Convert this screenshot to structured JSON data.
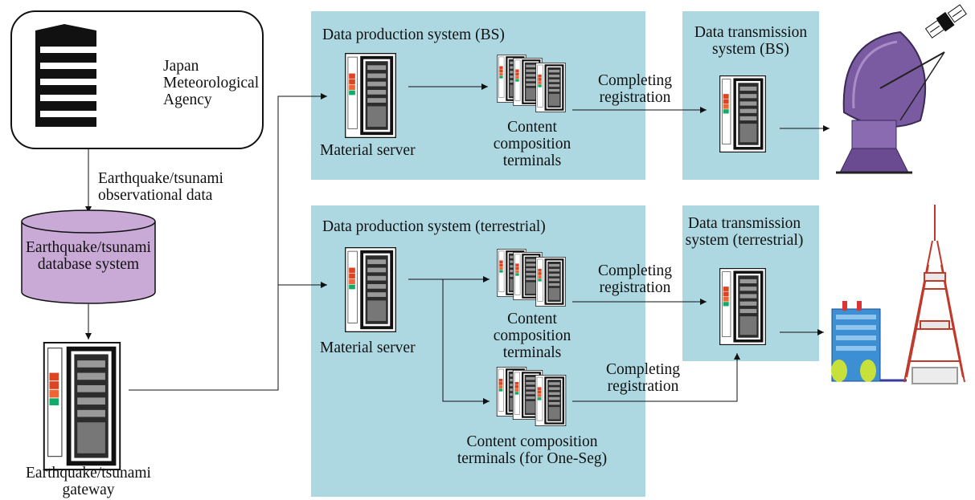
{
  "jma": {
    "line1": "Japan",
    "line2": "Meteorological",
    "line3": "Agency"
  },
  "obs_data": {
    "line1": "Earthquake/tsunami",
    "line2": "observational data"
  },
  "database": {
    "line1": "Earthquake/tsunami",
    "line2": "database system"
  },
  "gateway": {
    "line1": "Earthquake/tsunami",
    "line2": "gateway"
  },
  "bs": {
    "title": "Data production system (BS)",
    "material": "Material server",
    "content": {
      "line1": "Content",
      "line2": "composition",
      "line3": "terminals"
    },
    "completing": {
      "line1": "Completing",
      "line2": "registration"
    },
    "tx": {
      "line1": "Data transmission",
      "line2": "system (BS)"
    }
  },
  "terr": {
    "title": "Data production system (terrestrial)",
    "material": "Material server",
    "content": {
      "line1": "Content",
      "line2": "composition",
      "line3": "terminals"
    },
    "completing1": {
      "line1": "Completing",
      "line2": "registration"
    },
    "completing2": {
      "line1": "Completing",
      "line2": "registration"
    },
    "oneseg": {
      "line1": "Content composition",
      "line2": "terminals (for One-Seg)"
    },
    "tx": {
      "line1": "Data transmission",
      "line2": "system (terrestrial)"
    }
  },
  "colors": {
    "panel": "#add8e2",
    "database": "#c9a9d6"
  }
}
